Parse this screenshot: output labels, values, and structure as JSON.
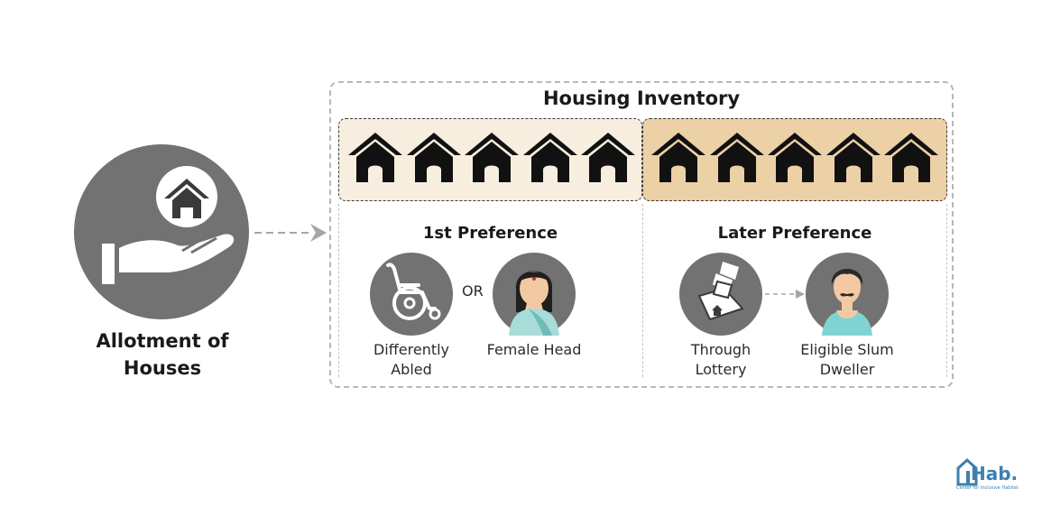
{
  "allotment": {
    "title_line1": "Allotment of",
    "title_line2": "Houses",
    "icon": "hand-holding-house-icon"
  },
  "inventory": {
    "title": "Housing Inventory",
    "house_icon": "house-icon",
    "colors": {
      "left_group": "#f7eedf",
      "right_group": "#ecd0a6",
      "circle": "#727272"
    }
  },
  "first_preference": {
    "title": "1st Preference",
    "connector": "OR",
    "items": [
      {
        "label_line1": "Differently",
        "label_line2": "Abled",
        "icon": "wheelchair-icon"
      },
      {
        "label_line1": "Female Head",
        "icon": "woman-avatar-icon"
      }
    ]
  },
  "later_preference": {
    "title": "Later Preference",
    "items": [
      {
        "label_line1": "Through",
        "label_line2": "Lottery",
        "icon": "ballot-box-icon"
      },
      {
        "label_line1": "Eligible Slum",
        "label_line2": "Dweller",
        "icon": "man-avatar-icon"
      }
    ]
  },
  "logo": {
    "text": "Hab.",
    "subtitle": "Center for Inclusive Habitat"
  }
}
